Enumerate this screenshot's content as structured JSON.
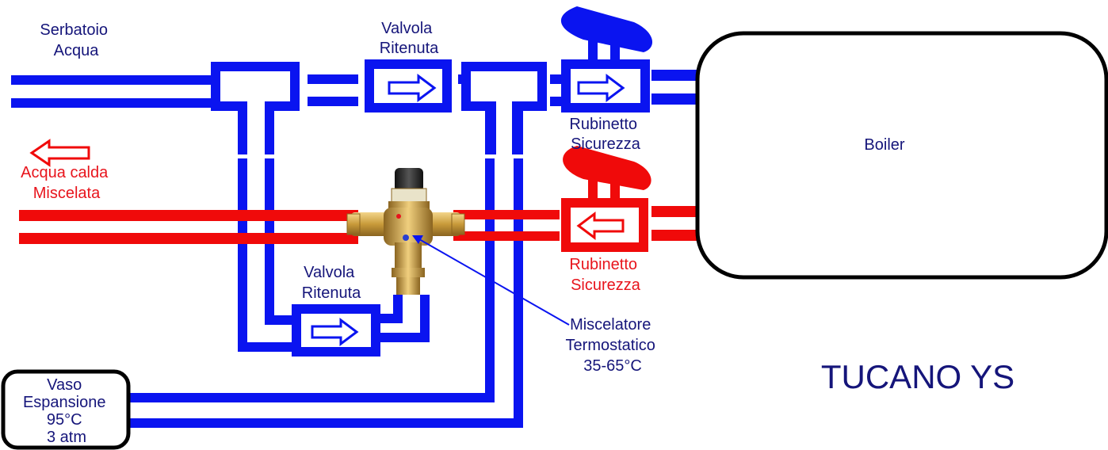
{
  "colors": {
    "cold": "#0a14f0",
    "hot": "#f00a0a",
    "text_dark": "#15157a",
    "text_red": "#e8141c",
    "outline": "#000000"
  },
  "labels": {
    "tank_line1": "Serbatoio",
    "tank_line2": "Acqua",
    "check_valve_top_line1": "Valvola",
    "check_valve_top_line2": "Ritenuta",
    "check_valve_bottom_line1": "Valvola",
    "check_valve_bottom_line2": "Ritenuta",
    "safety_tap_top_line1": "Rubinetto",
    "safety_tap_top_line2": "Sicurezza",
    "safety_tap_bottom_line1": "Rubinetto",
    "safety_tap_bottom_line2": "Sicurezza",
    "mixed_hot_line1": "Acqua calda",
    "mixed_hot_line2": "Miscelata",
    "mixer_line1": "Miscelatore",
    "mixer_line2": "Termostatico",
    "mixer_line3": "35-65°C",
    "expansion_line1": "Vaso",
    "expansion_line2": "Espansione",
    "expansion_line3": "95°C",
    "expansion_line4": "3 atm",
    "boiler": "Boiler",
    "brand": "TUCANO YS"
  }
}
